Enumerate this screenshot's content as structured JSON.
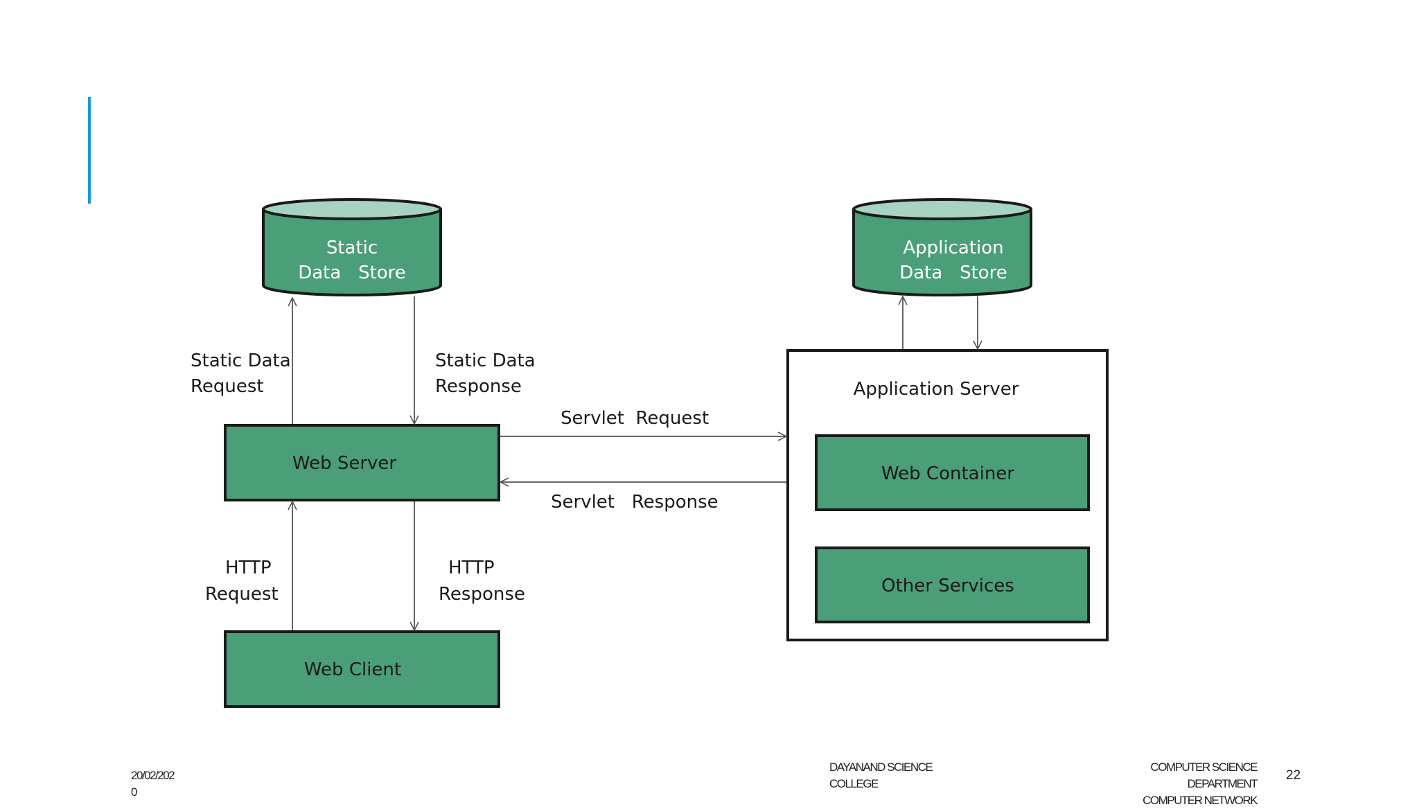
{
  "diagram": {
    "static_store": {
      "line1": "Static",
      "line2": "Data   Store"
    },
    "app_store": {
      "line1": "Application",
      "line2": "Data   Store"
    },
    "web_server": "Web Server",
    "web_client": "Web Client",
    "app_server_title": "Application Server",
    "web_container": "Web Container",
    "other_services": "Other Services",
    "labels": {
      "static_req_1": "Static Data",
      "static_req_2": "Request",
      "static_resp_1": "Static Data",
      "static_resp_2": "Response",
      "servlet_request": "Servlet  Request",
      "servlet_response": "Servlet   Response",
      "http_req_1": "HTTP",
      "http_req_2": "Request",
      "http_resp_1": "HTTP",
      "http_resp_2": "Response"
    },
    "colors": {
      "box_fill": "#4a9e78",
      "cylinder_top": "#a6d4c1",
      "outline": "#1a1a1a",
      "arrow": "#666666",
      "accent": "#1a9bd7"
    }
  },
  "footer": {
    "date_line1": "20/02/202",
    "date_line2": "0",
    "college_line1": "Dayanand Science",
    "college_line2": "College",
    "dept_line1": "Computer Science",
    "dept_line2": "Department",
    "dept_line3": "Computer Network",
    "page_number": "22"
  }
}
